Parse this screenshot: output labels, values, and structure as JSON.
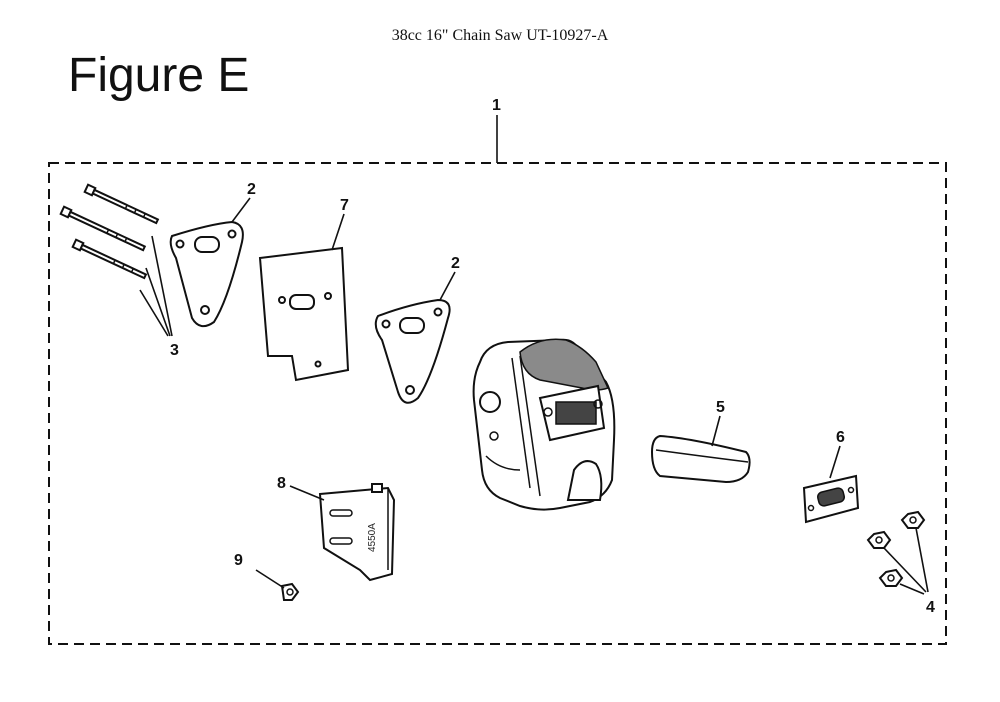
{
  "header": {
    "title": "38cc 16\" Chain Saw UT-10927-A"
  },
  "figure": {
    "title": "Figure E",
    "part_stamp": "4550A"
  },
  "callouts": {
    "c1": "1",
    "c2a": "2",
    "c2b": "2",
    "c3": "3",
    "c4": "4",
    "c5": "5",
    "c6": "6",
    "c7": "7",
    "c8": "8",
    "c9": "9"
  }
}
